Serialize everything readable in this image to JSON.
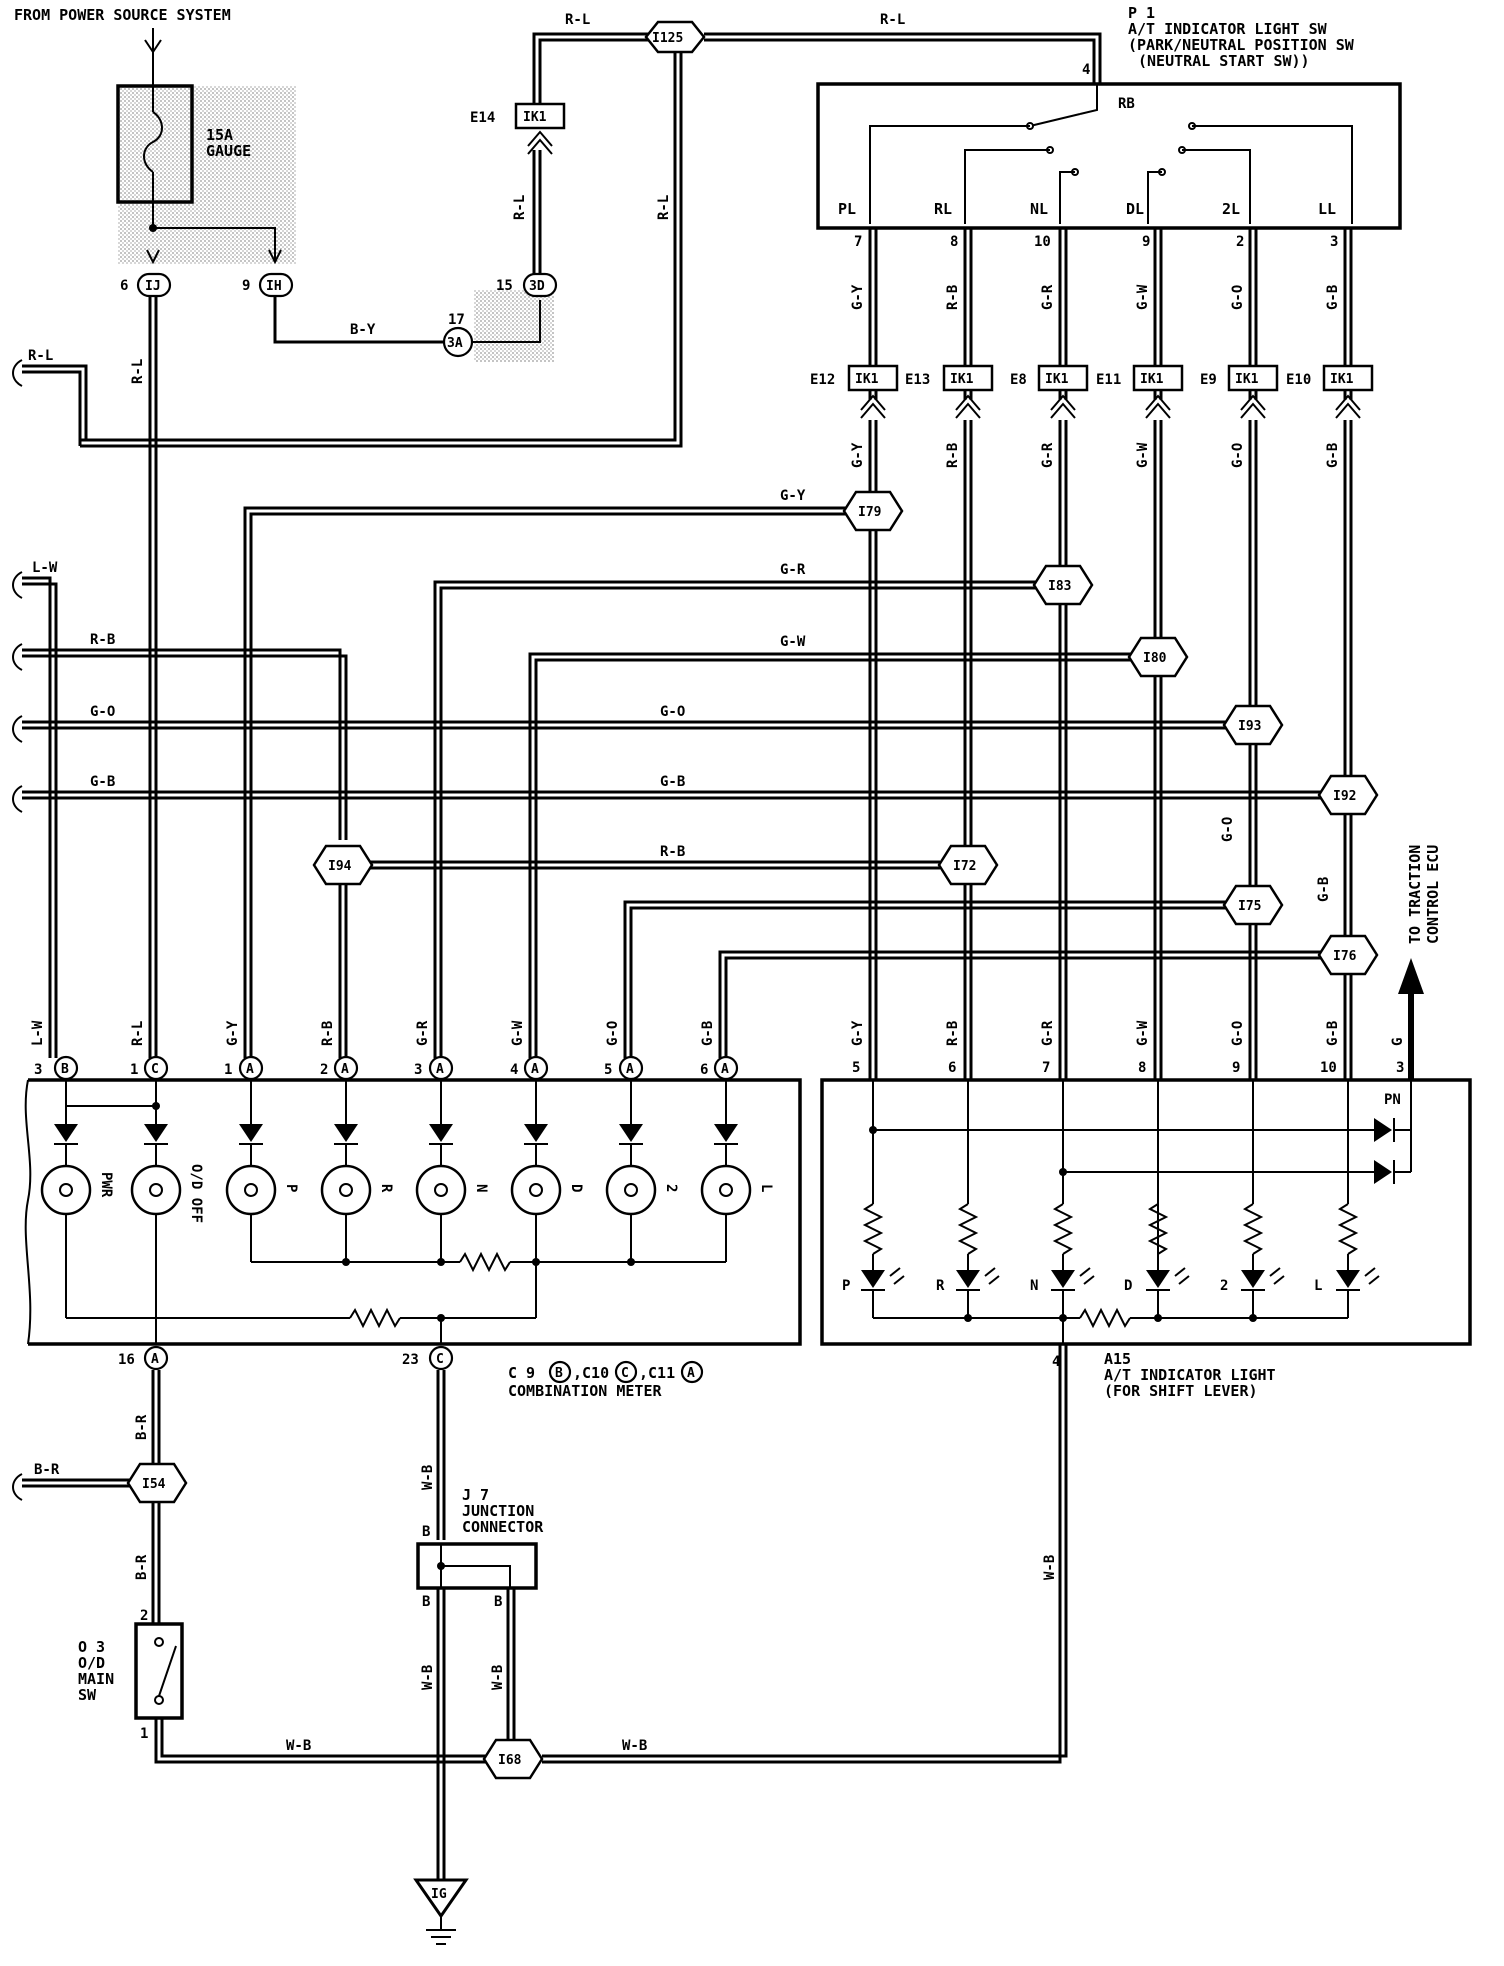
{
  "header": {
    "power_source": "FROM POWER SOURCE SYSTEM",
    "fuse_rating": "15A",
    "fuse_name": "GAUGE"
  },
  "components": {
    "p1_id": "P 1",
    "p1_line1": "A/T INDICATOR LIGHT SW",
    "p1_line2": "(PARK/NEUTRAL POSITION SW",
    "p1_line3": "(NEUTRAL START SW))",
    "combo_line1": "C 9",
    "combo_line2": "COMBINATION METER",
    "a15_id": "A15",
    "a15_line1": "A/T INDICATOR LIGHT",
    "a15_line2": "(FOR SHIFT LEVER)",
    "j7_id": "J 7",
    "j7_line1": "JUNCTION",
    "j7_line2": "CONNECTOR",
    "o3_id": "O 3",
    "o3_line1": "O/D",
    "o3_line2": "MAIN",
    "o3_line3": "SW",
    "traction_line1": "TO TRACTION",
    "traction_line2": "CONTROL ECU",
    "ground": "IG"
  },
  "p1_terminals": [
    "PL",
    "RL",
    "NL",
    "DL",
    "2L",
    "LL"
  ],
  "p1_pins": [
    "7",
    "8",
    "10",
    "9",
    "2",
    "3"
  ],
  "rb_label": "RB",
  "rb_pin": "4",
  "p1_wires": [
    "G-Y",
    "R-B",
    "G-R",
    "G-W",
    "G-O",
    "G-B"
  ],
  "ik1_labels": [
    "E12",
    "E13",
    "E8",
    "E11",
    "E9",
    "E10"
  ],
  "ik1_name": "IK1",
  "junctions": {
    "i125": "I125",
    "i79": "I79",
    "i83": "I83",
    "i80": "I80",
    "i93": "I93",
    "i92": "I92",
    "i94": "I94",
    "i72": "I72",
    "i75": "I75",
    "i76": "I76",
    "i54": "I54",
    "i68": "I68"
  },
  "connectors": {
    "ij": "IJ",
    "ih": "IH",
    "ij_pin": "6",
    "ih_pin": "9",
    "e14": "E14",
    "c3d": "3D",
    "c3d_pin": "15",
    "c3a": "3A",
    "c3a_pin": "17"
  },
  "wires": {
    "rl": "R-L",
    "by": "B-Y",
    "lw": "L-W",
    "rb": "R-B",
    "go": "G-O",
    "gb": "G-B",
    "gy": "G-Y",
    "gr": "G-R",
    "gw": "G-W",
    "br": "B-R",
    "wb": "W-B",
    "g": "G"
  },
  "meter_pins": [
    {
      "num": "3",
      "letter": "B",
      "wire": "L-W",
      "lamp": "PWR"
    },
    {
      "num": "1",
      "letter": "C",
      "wire": "R-L",
      "lamp": "O/D OFF"
    },
    {
      "num": "1",
      "letter": "A",
      "wire": "G-Y",
      "lamp": "P"
    },
    {
      "num": "2",
      "letter": "A",
      "wire": "R-B",
      "lamp": "R"
    },
    {
      "num": "3",
      "letter": "A",
      "wire": "G-R",
      "lamp": "N"
    },
    {
      "num": "4",
      "letter": "A",
      "wire": "G-W",
      "lamp": "D"
    },
    {
      "num": "5",
      "letter": "A",
      "wire": "G-O",
      "lamp": "2"
    },
    {
      "num": "6",
      "letter": "A",
      "wire": "G-B",
      "lamp": "L"
    }
  ],
  "meter_bottom": {
    "pin16": "16",
    "pin16_letter": "A",
    "pin23": "23",
    "pin23_letter": "C"
  },
  "a15_pins": [
    "5",
    "6",
    "7",
    "8",
    "9",
    "10"
  ],
  "a15_pin_g": "3",
  "a15_pin_ground": "4",
  "a15_leds": [
    "P",
    "R",
    "N",
    "D",
    "2",
    "L"
  ],
  "a15_pn": "PN",
  "j7_pins": {
    "top": "B",
    "bl": "B",
    "br": "B"
  },
  "o3_pins": {
    "top": "2",
    "bottom": "1"
  }
}
